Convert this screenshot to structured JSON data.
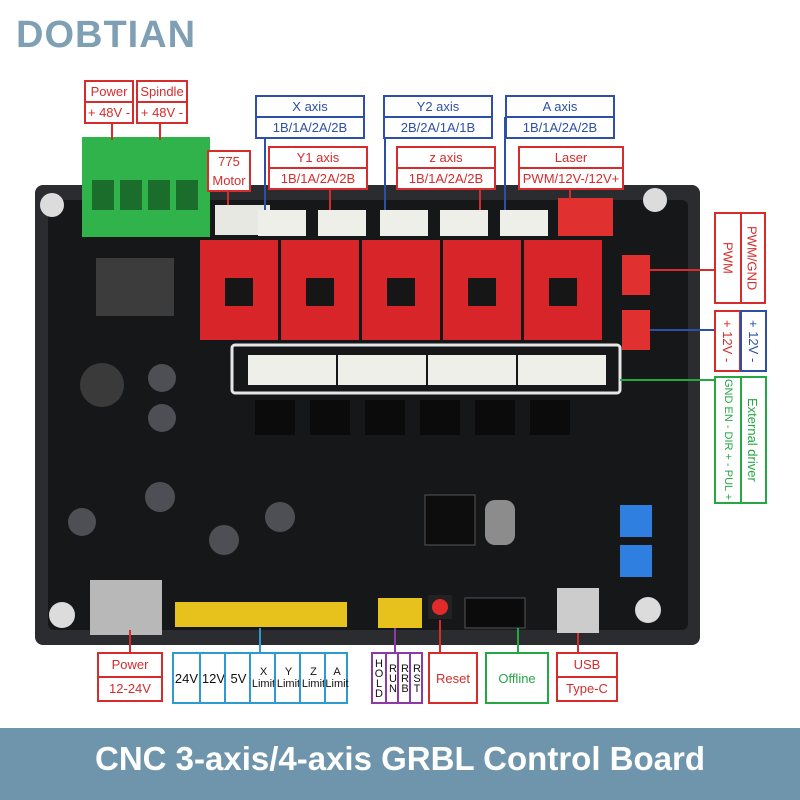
{
  "brand": "DOBTIAN",
  "footer": "CNC 3-axis/4-axis GRBL Control Board",
  "labels": {
    "power_top": {
      "title": "Power",
      "value": "+ 48V -"
    },
    "spindle": {
      "title": "Spindle",
      "value": "+ 48V -"
    },
    "motor775": {
      "line1": "775",
      "line2": "Motor"
    },
    "x_axis": {
      "title": "X axis",
      "value": "1B/1A/2A/2B"
    },
    "y2_axis": {
      "title": "Y2 axis",
      "value": "2B/2A/1A/1B"
    },
    "a_axis": {
      "title": "A axis",
      "value": "1B/1A/2A/2B"
    },
    "y1_axis": {
      "title": "Y1 axis",
      "value": "1B/1A/2A/2B"
    },
    "z_axis": {
      "title": "z axis",
      "value": "1B/1A/2A/2B"
    },
    "laser": {
      "title": "Laser",
      "value": "PWM/12V-/12V+"
    },
    "pwm": {
      "line1": "PWM",
      "line2": "PWM/GND"
    },
    "v12": {
      "line1": "+ 12V -",
      "line2": "+ 12V -"
    },
    "external_driver": {
      "title": "External driver",
      "value": "GND EN - DIR + - PUL +"
    },
    "power_bottom": {
      "title": "Power",
      "value": "12-24V"
    },
    "limits": {
      "v24": "24V",
      "v12": "12V",
      "v5": "5V",
      "x": "X",
      "y": "Y",
      "z": "Z",
      "a": "A",
      "limit": "Limit"
    },
    "hold": [
      "HOLD",
      "RUN",
      "RRB",
      "RST"
    ],
    "reset": "Reset",
    "offline": "Offline",
    "usb": {
      "title": "USB",
      "value": "Type-C"
    }
  },
  "colors": {
    "red": "#d62c2c",
    "blue": "#2d4fa8",
    "green": "#25a744",
    "purple": "#8b3aa8",
    "footer": "#6e95ab",
    "brand": "#7fa0b4"
  }
}
